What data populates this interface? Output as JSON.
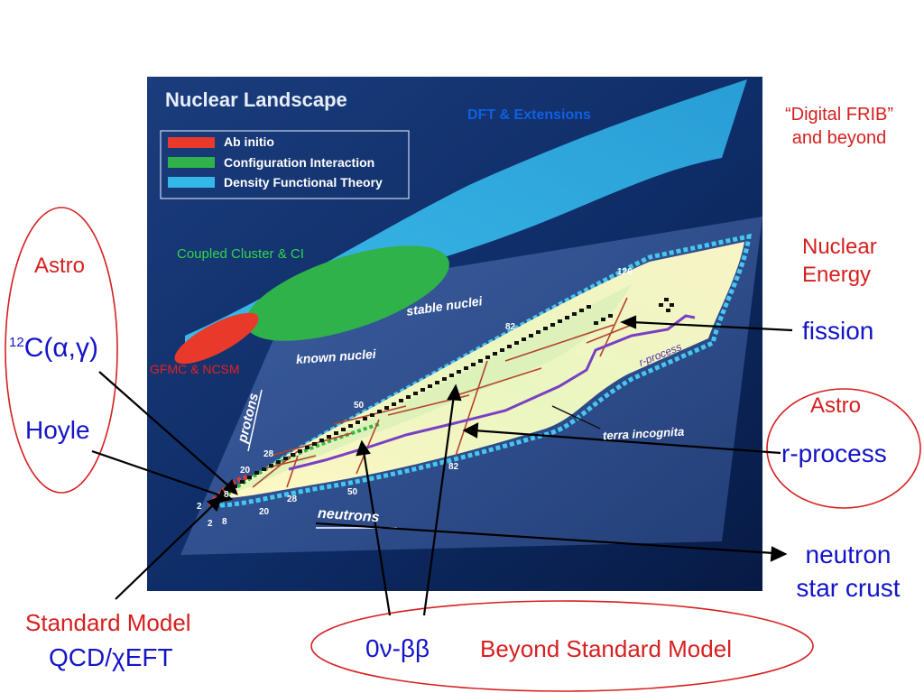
{
  "figure": {
    "title": "Nuclear Landscape",
    "legend": [
      {
        "label": "Ab initio",
        "color": "#e8392a"
      },
      {
        "label": "Configuration Interaction",
        "color": "#2fb24a"
      },
      {
        "label": "Density Functional Theory",
        "color": "#35b8e8"
      }
    ],
    "region_labels": {
      "dft": "DFT & Extensions",
      "cc": "Coupled Cluster & CI",
      "gfmc": "GFMC & NCSM",
      "stable": "stable nuclei",
      "known": "known nuclei",
      "rprocess": "r-process",
      "terra": "terra incognita",
      "protons_axis": "protons",
      "neutrons_axis": "neutrons"
    },
    "magic_numbers": {
      "n126": "126",
      "p82": "82",
      "p50": "50",
      "p28": "28",
      "p20": "20",
      "p8": "8",
      "p2": "2",
      "n2": "2",
      "n8": "8",
      "n20": "20",
      "n28": "28",
      "n50": "50",
      "n82": "82"
    }
  },
  "annotations": {
    "digital_frib_line1": "“Digital FRIB”",
    "digital_frib_line2": "and beyond",
    "nuclear_energy_line1": "Nuclear",
    "nuclear_energy_line2": "Energy",
    "fission": "fission",
    "astro_left": "Astro",
    "reaction_sup": "12",
    "reaction": "C(α,γ)",
    "hoyle": "Hoyle",
    "astro_right": "Astro",
    "rprocess": "r-process",
    "neutron_star_line1": "neutron",
    "neutron_star_line2": "star crust",
    "standard_model": "Standard Model",
    "qcd_eft": "QCD/χEFT",
    "zero_nu_bb": "0ν-ββ",
    "beyond_standard_model": "Beyond Standard Model"
  },
  "colors": {
    "panel_bg": "#0d2b63",
    "annotation_red": "#d61f1f",
    "annotation_blue": "#1414c8",
    "dft": "#35b8e8",
    "ci": "#2fb24a",
    "ab_initio": "#e8392a",
    "rprocess_line": "#7a3fc4"
  }
}
